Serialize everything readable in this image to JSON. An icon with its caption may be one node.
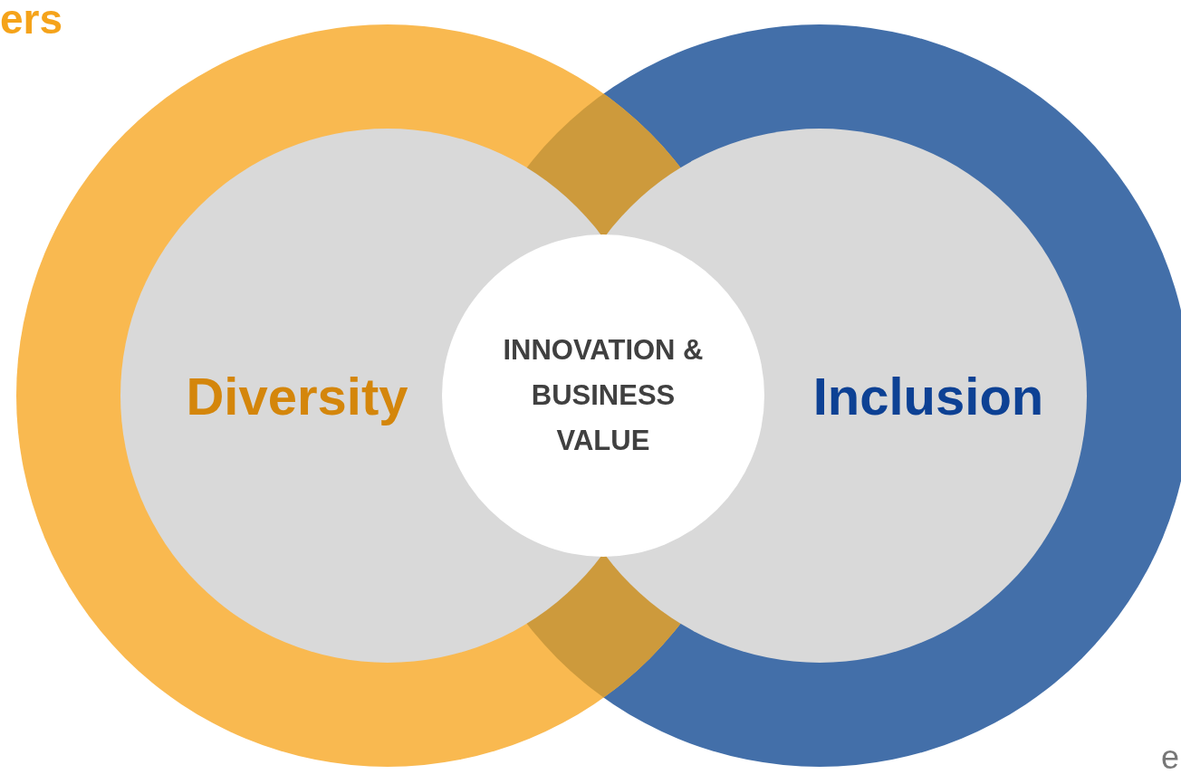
{
  "diagram": {
    "nodes": [
      {
        "text": [
          "Diversity"
        ]
      },
      {
        "text": [
          "Inclusion"
        ]
      },
      {
        "text": [
          "INNOVATION & BUSINESS VALUE"
        ]
      }
    ],
    "labels": [
      "ers",
      "e"
    ]
  }
}
